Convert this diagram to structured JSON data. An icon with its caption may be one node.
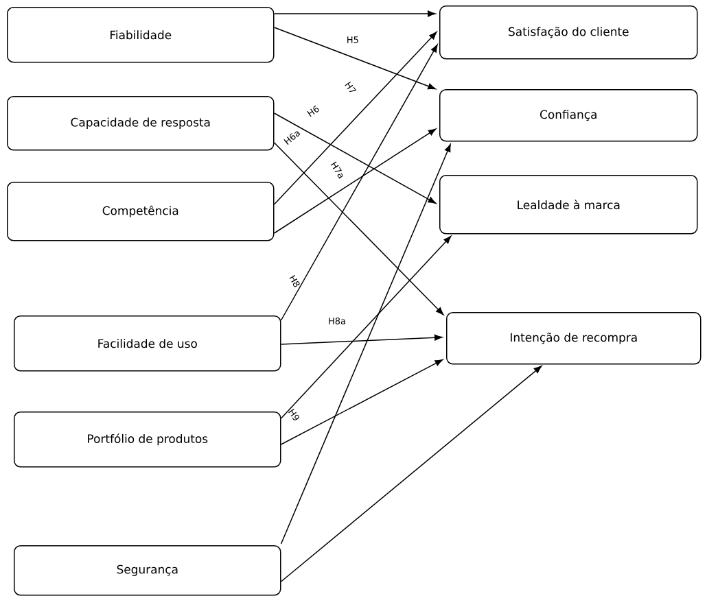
{
  "diagram": {
    "nodes": [
      {
        "text": [
          "Fiabilidade"
        ]
      },
      {
        "text": [
          "Capacidade de resposta"
        ]
      },
      {
        "text": [
          "Competência"
        ]
      },
      {
        "text": [
          "Facilidade de uso"
        ]
      },
      {
        "text": [
          "Portfólio de produtos"
        ]
      },
      {
        "text": [
          "Segurança"
        ]
      },
      {
        "text": [
          "Satisfação do cliente"
        ]
      },
      {
        "text": [
          "Confiança"
        ]
      },
      {
        "text": [
          "Lealdade à marca"
        ]
      },
      {
        "text": [
          "Intenção de recompra"
        ]
      }
    ],
    "edges": [
      {
        "from": 0,
        "to": 6,
        "arrow": "to"
      },
      {
        "from": 0,
        "to": 7,
        "arrow": "to",
        "label": "H5"
      },
      {
        "from": 1,
        "to": 8,
        "arrow": "to",
        "label": "H6"
      },
      {
        "from": 1,
        "to": 9,
        "arrow": "to",
        "label": "H6a"
      },
      {
        "from": 2,
        "to": 6,
        "arrow": "to",
        "label": "H7"
      },
      {
        "from": 2,
        "to": 7,
        "arrow": "to",
        "label": "H7a"
      },
      {
        "from": 3,
        "to": 6,
        "arrow": "to",
        "label": "H8"
      },
      {
        "from": 3,
        "to": 9,
        "arrow": "to",
        "label": "H8a"
      },
      {
        "from": 4,
        "to": 8,
        "arrow": "to",
        "label": "H9"
      },
      {
        "from": 4,
        "to": 9,
        "arrow": "to"
      },
      {
        "from": 5,
        "to": 7,
        "arrow": "to"
      },
      {
        "from": 5,
        "to": 9,
        "arrow": "to"
      }
    ]
  }
}
